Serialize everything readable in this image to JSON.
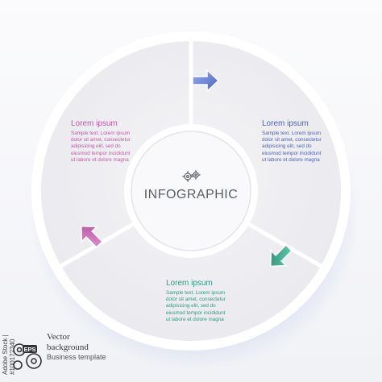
{
  "diagram": {
    "center_label": "INFOGRAPHIC",
    "segments": [
      {
        "title": "Lorem ipsum",
        "body": "Sample text. Lorem ipsum\ndolor sit amet, consectetur\nadipisicing elit, sed do\neiusmod tempor incididunt\nut labore et dolore magna",
        "color": "#c15aa8"
      },
      {
        "title": "Lorem ipsum",
        "body": "Sample text. Lorem ipsum\ndolor sit amet, consectetur\nadipisicing elit, sed do\neiusmod tempor incididunt\nut labore et dolore magna",
        "color": "#4a63b8"
      },
      {
        "title": "Lorem ipsum",
        "body": "Sample text. Lorem ipsum\ndolor sit amet, consectetur\nadipisicing elit, sed do\neiusmod tempor incididunt\nut labore et dolore magna",
        "color": "#2f9a82"
      }
    ],
    "arrows": [
      {
        "icon": "arrow-right-icon",
        "color": "#6f86d8"
      },
      {
        "icon": "arrow-down-left-icon",
        "color": "#2f9a82"
      },
      {
        "icon": "arrow-up-left-icon",
        "color": "#c15aa8"
      }
    ]
  },
  "footer": {
    "badge": "EPS",
    "title": "Vector\nbackground",
    "subtitle": "Business template",
    "stock_id": "Adobe Stock | #100172340"
  }
}
